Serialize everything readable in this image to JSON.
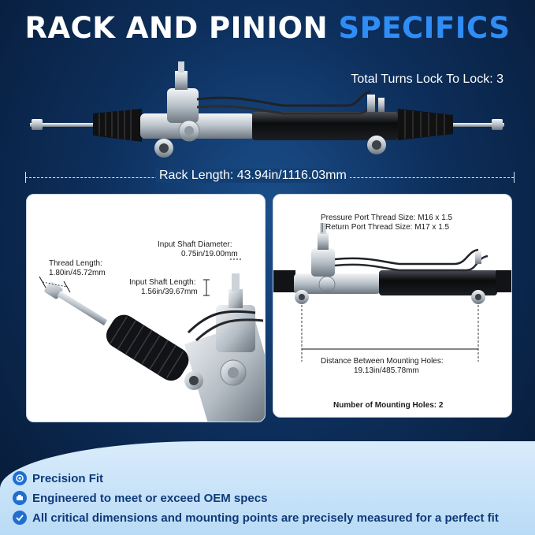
{
  "title": {
    "part1": "RACK AND PINION",
    "part2": "SPECIFICS"
  },
  "top": {
    "turns": "Total Turns Lock To Lock: 3",
    "rack_length": "Rack Length: 43.94in/1116.03mm"
  },
  "left_panel": {
    "thread_length_title": "Thread Length:",
    "thread_length_value": "1.80in/45.72mm",
    "input_diameter_title": "Input Shaft Diameter:",
    "input_diameter_value": "0.75in/19.00mm",
    "input_length_title": "Input Shaft Length:",
    "input_length_value": "1.56in/39.67mm"
  },
  "right_panel": {
    "pressure_port": "Pressure Port Thread Size: M16 x 1.5",
    "return_port": "Return Port Thread Size: M17 x 1.5",
    "mount_distance_title": "Distance Between Mounting Holes:",
    "mount_distance_value": "19.13in/485.78mm",
    "mount_holes": "Number of Mounting Holes: 2"
  },
  "features": [
    {
      "icon": "settings-check-icon",
      "text": "Precision Fit"
    },
    {
      "icon": "engine-icon",
      "text": "Engineered to meet or exceed OEM specs"
    },
    {
      "icon": "ruler-check-icon",
      "text": "All critical dimensions and mounting points are precisely measured for a perfect fit"
    }
  ],
  "colors": {
    "accent": "#2f8df5",
    "feature_text": "#0f3a78",
    "background": "#0d2f5c"
  }
}
